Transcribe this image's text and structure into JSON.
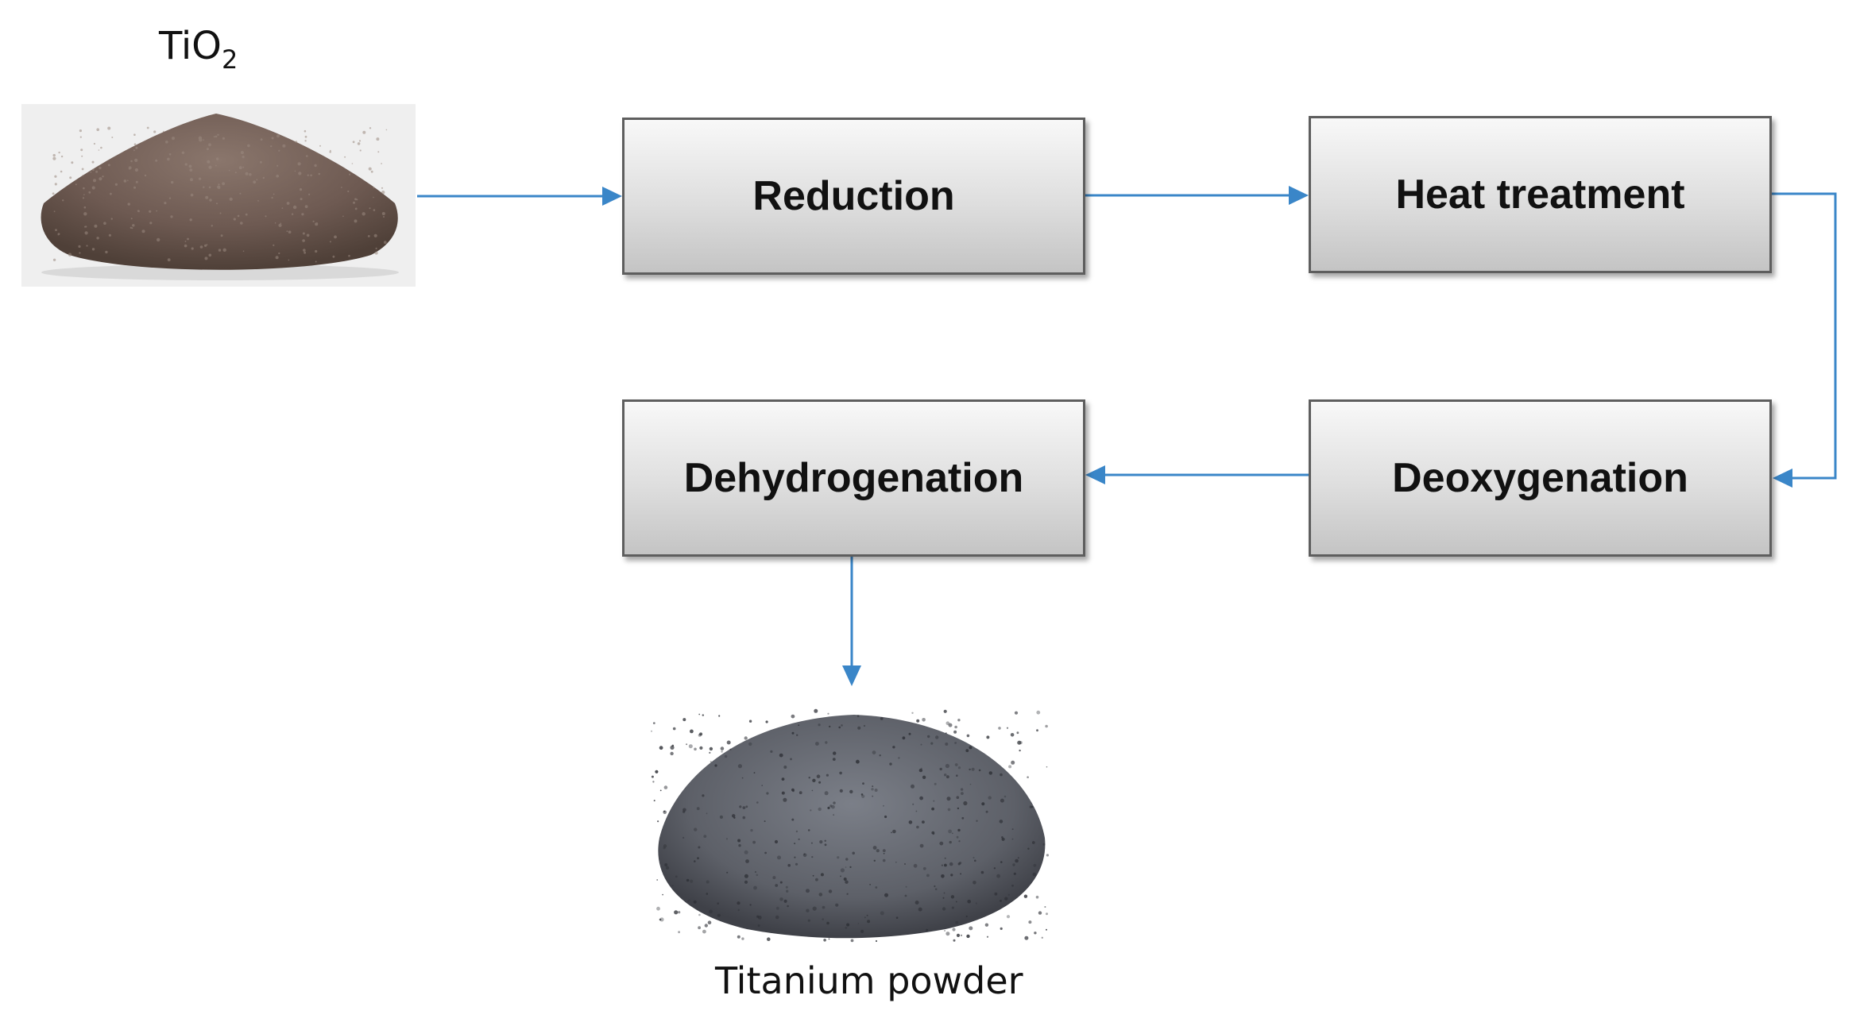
{
  "feedstock": {
    "label_main": "TiO",
    "label_sub": "2"
  },
  "steps": [
    {
      "label": "Reduction"
    },
    {
      "label": "Heat treatment"
    },
    {
      "label": "Deoxygenation"
    },
    {
      "label": "Dehydrogenation"
    }
  ],
  "product": {
    "label": "Titanium powder"
  },
  "colors": {
    "arrow": "#3a86c8",
    "box_border": "#5e5e5e",
    "tio2_powder": "#6e5a52",
    "ti_powder": "#5d6068"
  }
}
